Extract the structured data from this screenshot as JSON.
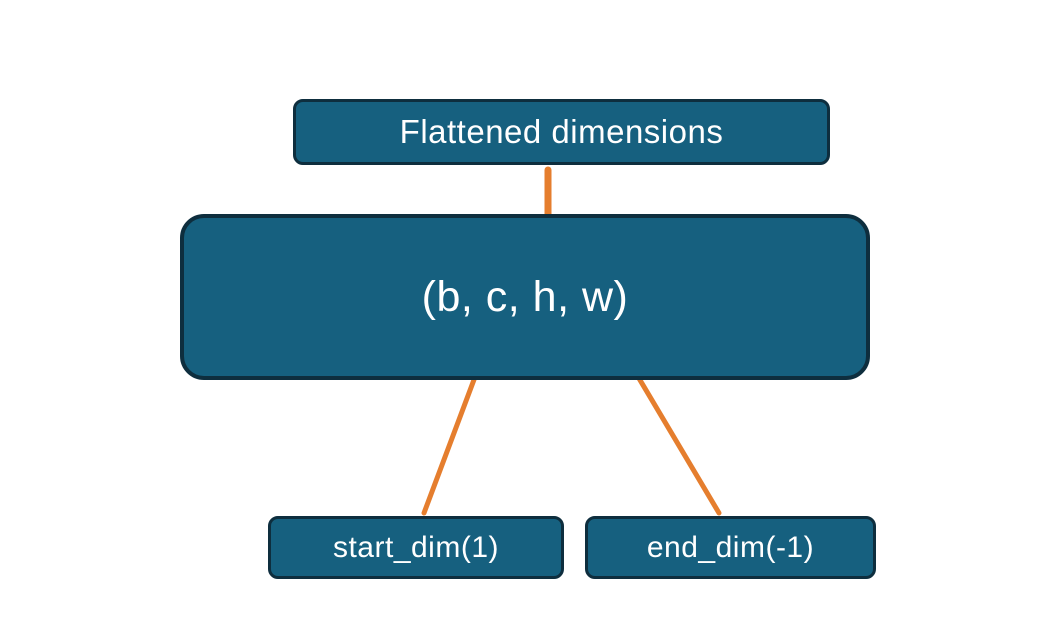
{
  "colors": {
    "box_fill": "#16607f",
    "box_border": "#0e2e3e",
    "text": "#ffffff",
    "arrow": "#e57e2e",
    "background": "#ffffff"
  },
  "diagram": {
    "top_box": {
      "label": "Flattened dimensions"
    },
    "main_box": {
      "label": "(b, c, h, w)"
    },
    "start_dim_box": {
      "label": "start_dim(1)"
    },
    "end_dim_box": {
      "label": "end_dim(-1)"
    }
  }
}
